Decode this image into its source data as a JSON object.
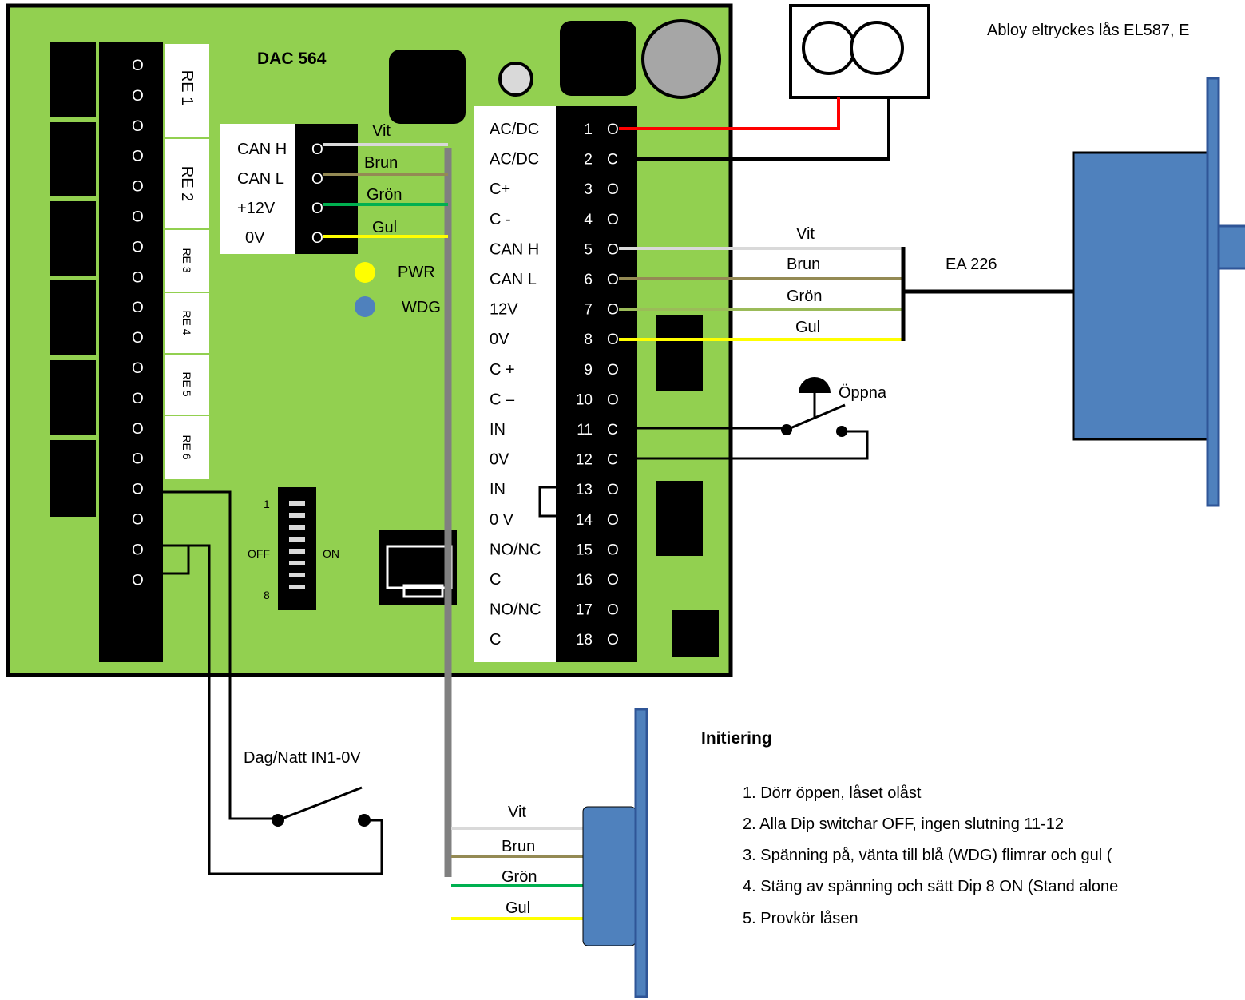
{
  "colors": {
    "board": "#92d050",
    "lock": "#4f81bd",
    "vit": "#d9d9d9",
    "brun": "#948a54",
    "gron": "#00b050",
    "gron_light": "#9bbb59",
    "gul": "#ffff00",
    "red": "#ff0000",
    "pwr_led": "#ffff00",
    "wdg_led": "#4f81bd",
    "bus": "#808080"
  },
  "board": {
    "title": "DAC 564",
    "relays": [
      "RE 1",
      "RE 2",
      "RE 3",
      "RE 4",
      "RE 5",
      "RE 6"
    ],
    "left_terminals": [
      "O",
      "O",
      "O",
      "O",
      "O",
      "O",
      "O",
      "O",
      "O",
      "O",
      "O",
      "O",
      "O",
      "O",
      "O",
      "O",
      "O",
      "O"
    ],
    "can_block": {
      "labels": [
        "CAN H",
        "CAN L",
        "+12V",
        "0V"
      ],
      "marks": [
        "O",
        "O",
        "O",
        "O"
      ],
      "wires": [
        "Vit",
        "Brun",
        "Grön",
        "Gul"
      ]
    },
    "leds": [
      {
        "label": "PWR",
        "icon": "yellow-led-icon"
      },
      {
        "label": "WDG",
        "icon": "blue-led-icon"
      }
    ],
    "dip": {
      "top": "1",
      "bottom": "8",
      "off": "OFF",
      "on": "ON",
      "count": 8
    },
    "terminals": [
      {
        "label": "AC/DC",
        "num": "1",
        "mark": "O"
      },
      {
        "label": "AC/DC",
        "num": "2",
        "mark": "C"
      },
      {
        "label": "C+",
        "num": "3",
        "mark": "O"
      },
      {
        "label": "C -",
        "num": "4",
        "mark": "O"
      },
      {
        "label": "CAN H",
        "num": "5",
        "mark": "O"
      },
      {
        "label": "CAN L",
        "num": "6",
        "mark": "O"
      },
      {
        "label": "12V",
        "num": "7",
        "mark": "O"
      },
      {
        "label": "0V",
        "num": "8",
        "mark": "O"
      },
      {
        "label": "C +",
        "num": "9",
        "mark": "O"
      },
      {
        "label": "C –",
        "num": "10",
        "mark": "O"
      },
      {
        "label": "IN",
        "num": "11",
        "mark": "C"
      },
      {
        "label": "0V",
        "num": "12",
        "mark": "C"
      },
      {
        "label": "IN",
        "num": "13",
        "mark": "O"
      },
      {
        "label": "0 V",
        "num": "14",
        "mark": "O"
      },
      {
        "label": "NO/NC",
        "num": "15",
        "mark": "O"
      },
      {
        "label": "C",
        "num": "16",
        "mark": "O"
      },
      {
        "label": "NO/NC",
        "num": "17",
        "mark": "O"
      },
      {
        "label": "C",
        "num": "18",
        "mark": "O"
      }
    ]
  },
  "lock_title": "Abloy eltryckes lås EL587, E",
  "ea_label": "EA 226",
  "right_wires": [
    "Vit",
    "Brun",
    "Grön",
    "Gul"
  ],
  "open_button_label": "Öppna",
  "day_night_label": "Dag/Natt IN1-0V",
  "bottom_wires": [
    "Vit",
    "Brun",
    "Grön",
    "Gul"
  ],
  "initiering": {
    "title": "Initiering",
    "steps": [
      "1.   Dörr öppen, låset olåst",
      "2.   Alla Dip switchar OFF, ingen slutning 11-12",
      "3.   Spänning på, vänta till blå (WDG) flimrar och gul (",
      "4.   Stäng av spänning och sätt Dip 8 ON (Stand alone",
      "5.   Provkör låsen"
    ]
  }
}
